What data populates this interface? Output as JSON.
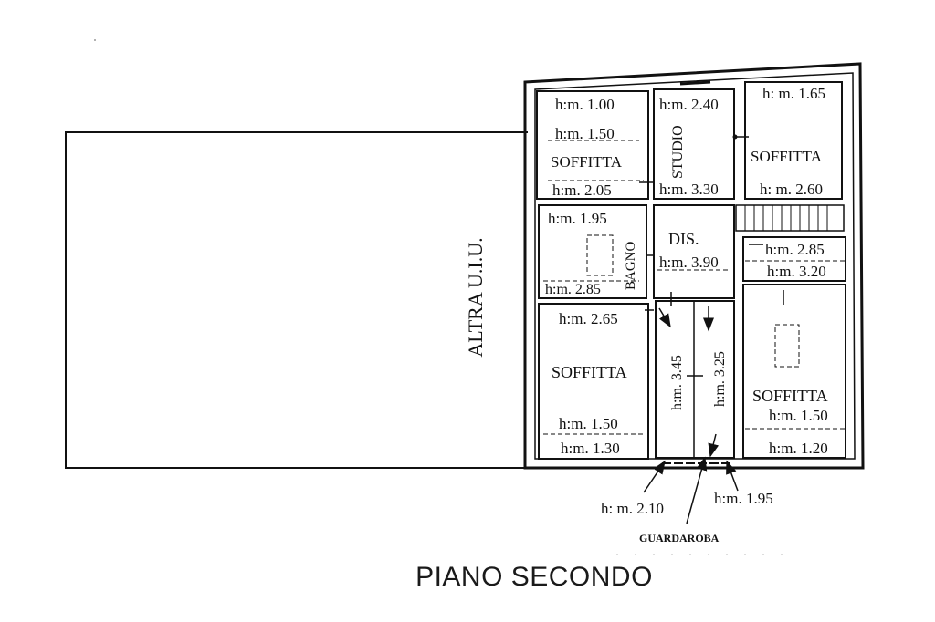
{
  "plan": {
    "neighbor_label": "ALTRA U.I.U.",
    "rooms": {
      "soffitta_nw": "SOFFITTA",
      "studio": "STUDIO",
      "soffitta_ne": "SOFFITTA",
      "bagno": "BAGNO",
      "dis": "DIS.",
      "soffitta_sw": "SOFFITTA",
      "soffitta_se": "SOFFITTA",
      "guardaroba": "GUARDAROBA"
    },
    "heights": {
      "nw_top": "h:m. 1.00",
      "nw_mid": "h:m. 1.50",
      "nw_bottom": "h:m. 2.05",
      "studio_top": "h:m. 2.40",
      "studio_bottom": "h:m. 3.30",
      "ne_top": "h: m. 1.65",
      "ne_bottom": "h: m. 2.60",
      "bagno_top": "h:m. 1.95",
      "bagno_bottom": "h:m. 2.85",
      "dis": "h:m. 3.90",
      "e_mid_1": "h:m. 2.85",
      "e_mid_2": "h:m. 3.20",
      "sw_top": "h:m. 2.65",
      "sw_mid": "h:m. 1.50",
      "sw_bottom": "h:m. 1.30",
      "guard_left": "h:m. 3.45",
      "guard_right": "h:m. 3.25",
      "se_mid": "h:m. 1.50",
      "se_bottom": "h:m. 1.20",
      "callout_left": "h: m. 2.10",
      "callout_right": "h:m. 1.95"
    }
  },
  "footer": {
    "title": "PIANO SECONDO"
  }
}
